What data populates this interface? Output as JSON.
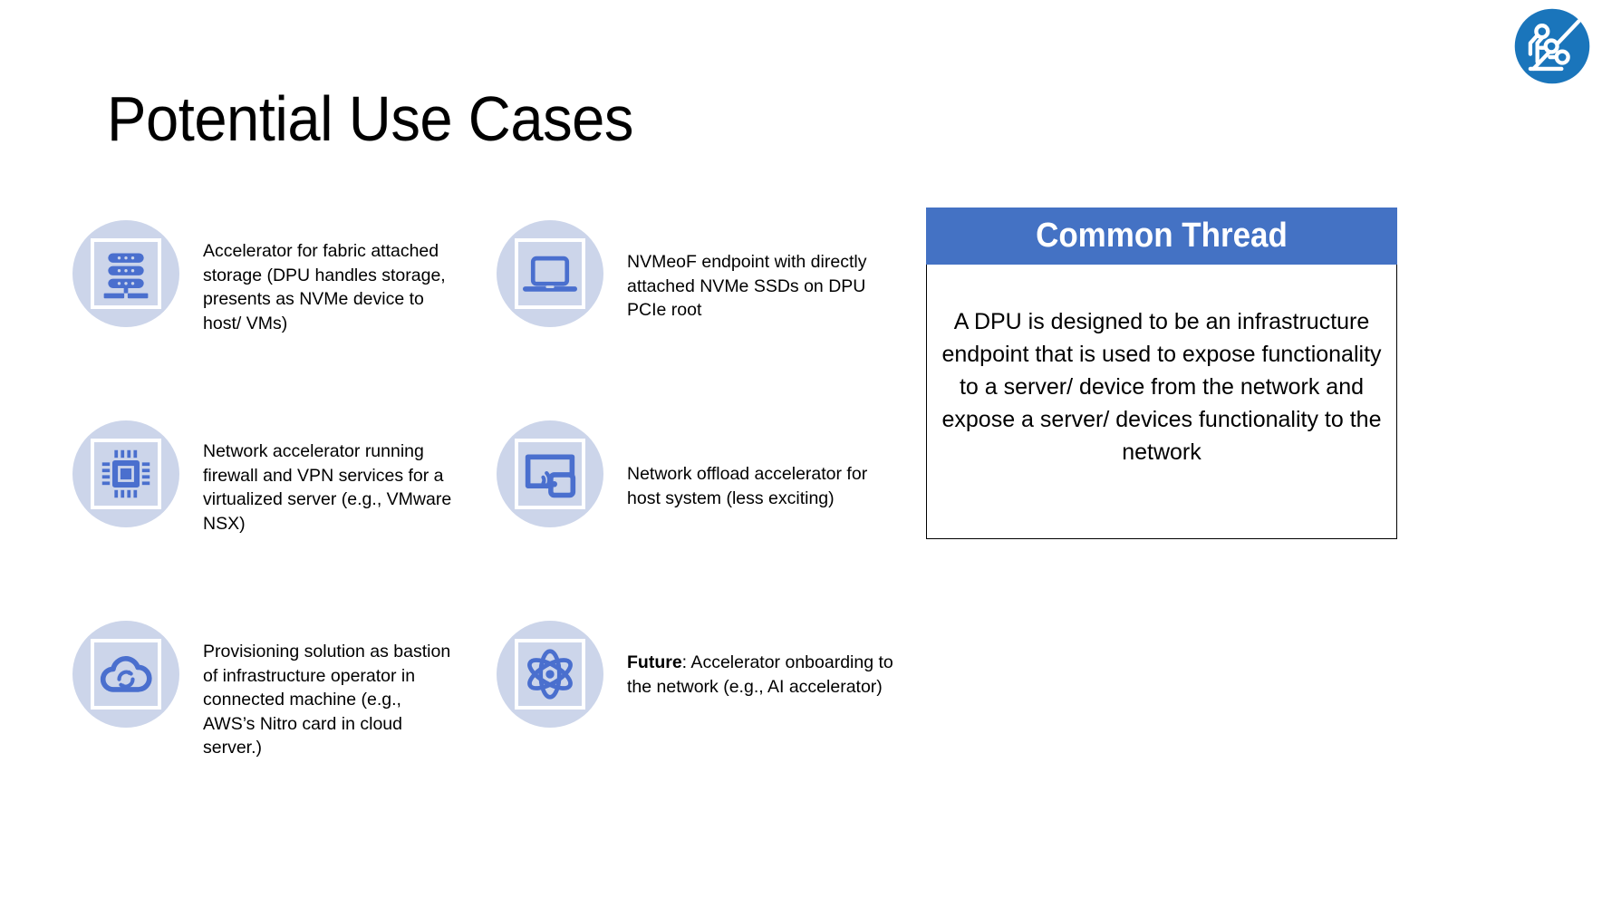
{
  "slide": {
    "title": "Potential Use Cases",
    "background_color": "#ffffff",
    "accent_color": "#4472c4",
    "icon_badge_color": "#ccd5ea",
    "logo": {
      "name": "circuit-logo",
      "color": "#1a75bb"
    }
  },
  "use_cases": [
    {
      "icon": "server-rack-icon",
      "text": "Accelerator for fabric attached storage (DPU handles storage, presents as NVMe device to host/ VMs)"
    },
    {
      "icon": "laptop-icon",
      "text": "NVMeoF endpoint with directly attached NVMe SSDs on DPU PCIe root"
    },
    {
      "icon": "cpu-chip-icon",
      "text": "Network accelerator running firewall and VPN services for a virtualized server (e.g., VMware NSX)"
    },
    {
      "icon": "wireless-cast-icon",
      "text": "Network offload accelerator for host system (less exciting)"
    },
    {
      "icon": "cloud-sync-icon",
      "text": "Provisioning solution as bastion of infrastructure operator in connected machine (e.g., AWS’s Nitro card in cloud server.)"
    },
    {
      "icon": "atom-icon",
      "text_bold_prefix": "Future",
      "text": ": Accelerator onboarding to the network (e.g., AI accelerator)"
    }
  ],
  "panel": {
    "header": "Common Thread",
    "body": "A DPU is designed to be an infrastructure endpoint that is used to expose functionality to a server/ device from the network and expose a server/ devices functionality to the network"
  }
}
